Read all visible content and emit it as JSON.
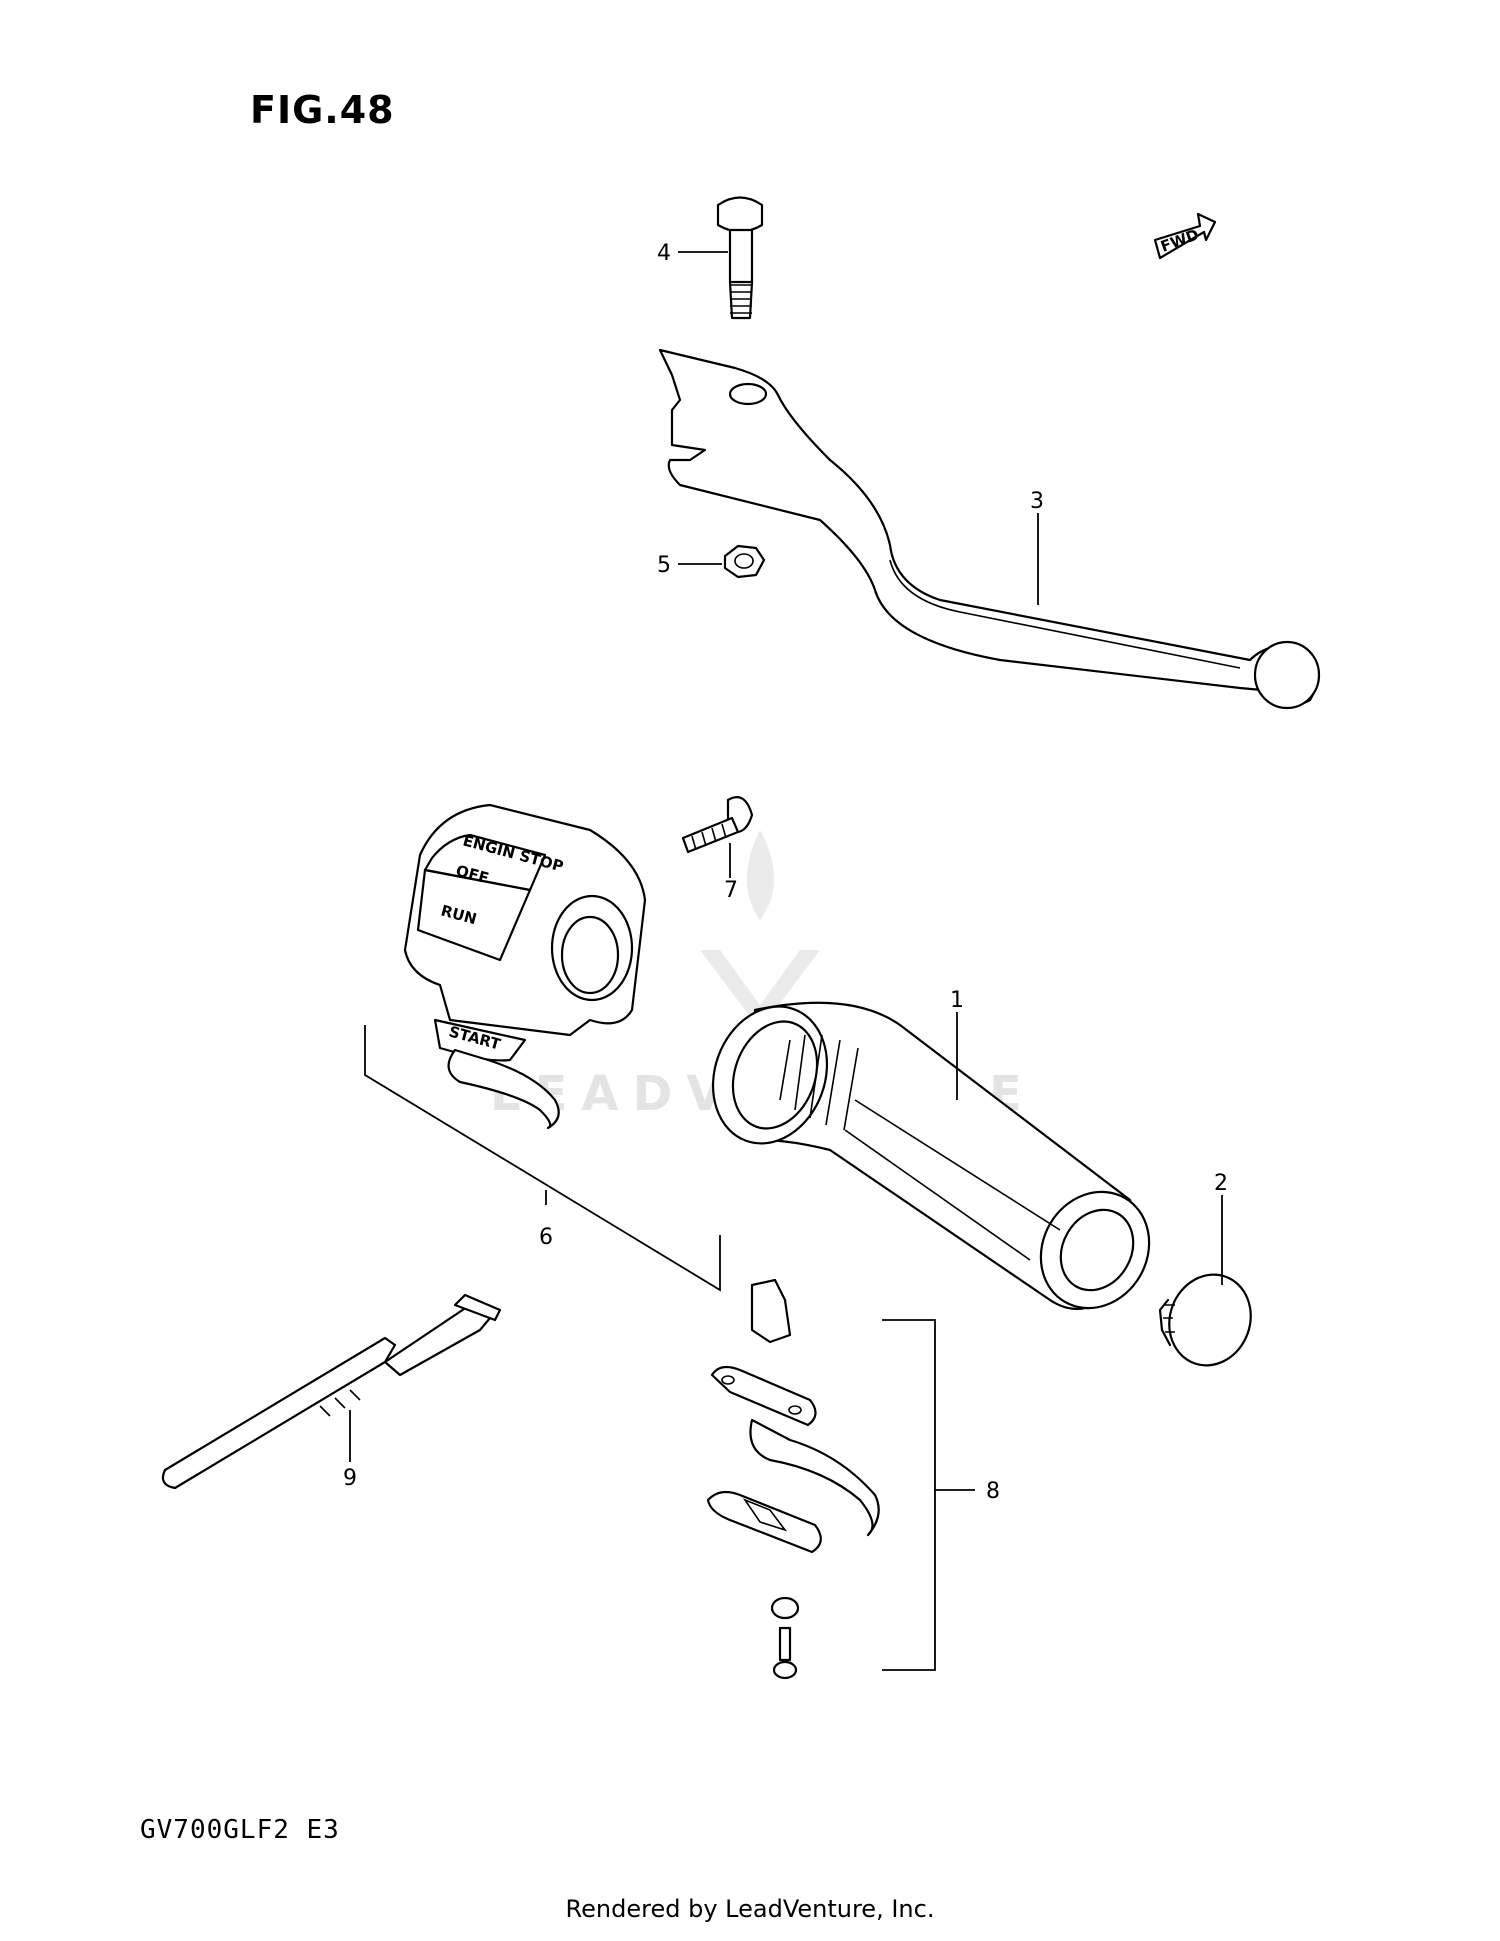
{
  "figure": {
    "title": "FIG.48"
  },
  "model_code": "GV700GLF2 E3",
  "footer": "Rendered by LeadVenture, Inc.",
  "fwd_label": "FWD",
  "switch_labels": {
    "engine_stop": "ENGIN STOP",
    "off": "OFF",
    "run": "RUN",
    "start": "START"
  },
  "watermark_text": "LEADVENTURE",
  "callouts": [
    "1",
    "2",
    "3",
    "4",
    "5",
    "6",
    "7",
    "8",
    "9"
  ]
}
